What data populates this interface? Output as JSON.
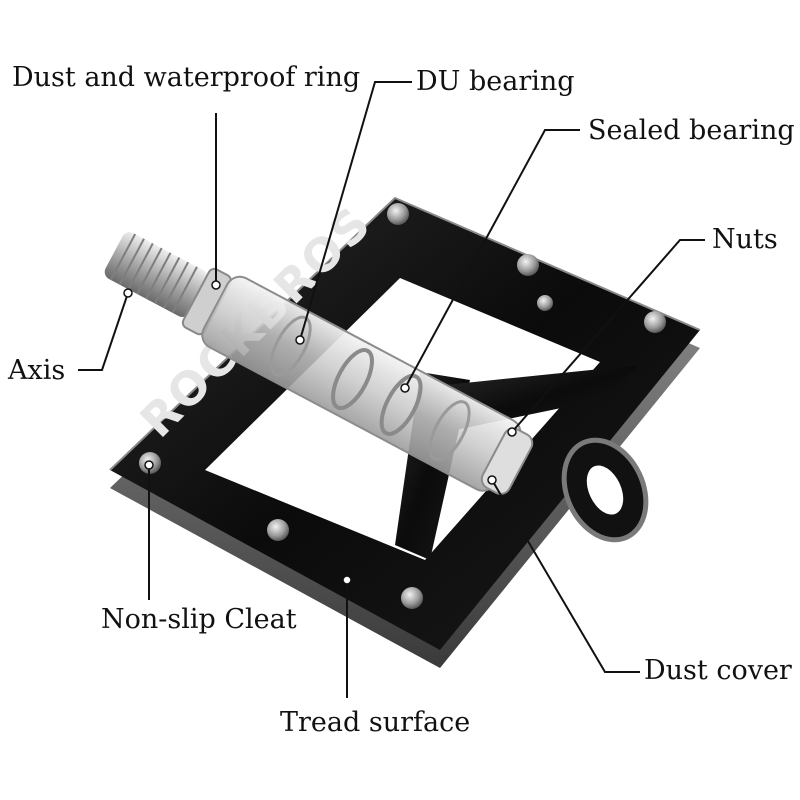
{
  "diagram": {
    "brand": "ROCKBROS",
    "labels": {
      "dust_ring": "Dust and waterproof ring",
      "du_bearing": "DU bearing",
      "sealed_bearing": "Sealed bearing",
      "nuts": "Nuts",
      "axis": "Axis",
      "non_slip_cleat": "Non-slip Cleat",
      "tread_surface": "Tread surface",
      "dust_cover": "Dust cover"
    },
    "colors": {
      "pedal_body": "#0d0d0d",
      "pedal_edge": "#6e6e6e",
      "brand_text": "#e6e6e6",
      "axle_metal": "#b9b9b9",
      "axle_glass": "#d9d9d9",
      "leader_line": "#111111",
      "background": "#ffffff"
    }
  }
}
